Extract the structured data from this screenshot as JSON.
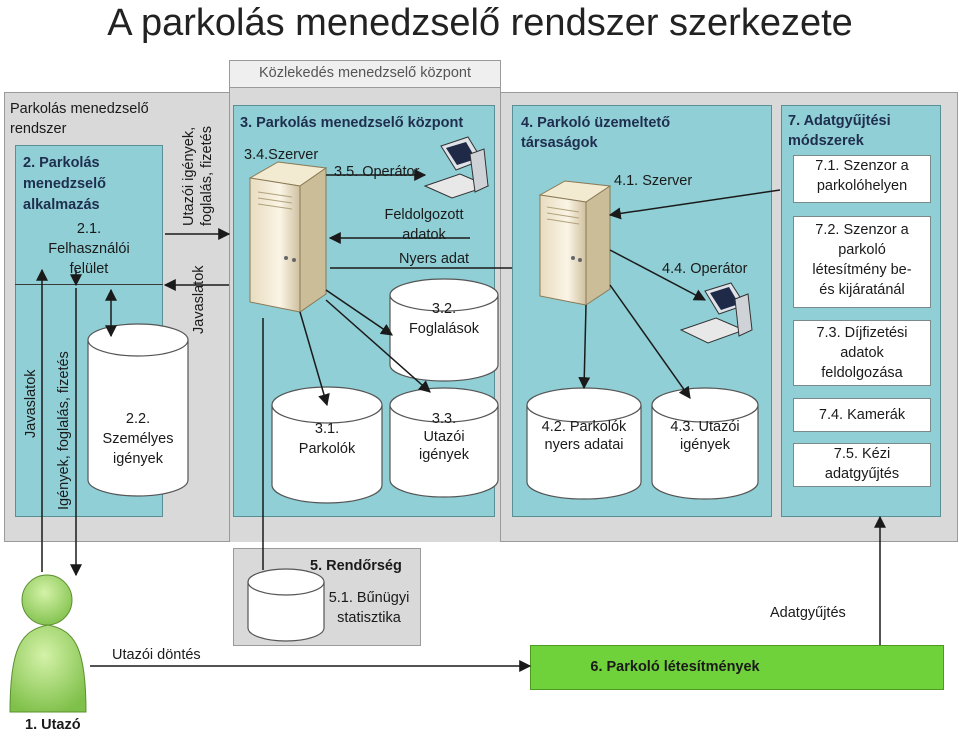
{
  "title": "A parkolás menedzselő rendszer szerkezete",
  "kmk": {
    "label": "Közlekedés menedzselő központ"
  },
  "pmr": {
    "label_line1": "Parkolás menedzselő",
    "label_line2": "rendszer",
    "app": {
      "title_line1": "2. Parkolás",
      "title_line2": "menedzselő",
      "title_line3": "alkalmazás",
      "ui_line1": "2.1.",
      "ui_line2": "Felhasználói",
      "ui_line3": "felület",
      "db_line1": "2.2.",
      "db_line2": "Személyes",
      "db_line3": "igények"
    },
    "side_outer": "Javaslatok",
    "side_inner": "Igények, foglalás, fizetés"
  },
  "between": {
    "top_line1": "Utazói igények,",
    "top_line2": "foglalás, fizetés",
    "bottom": "Javaslatok"
  },
  "center3": {
    "title": "3. Parkolás menedzselő központ",
    "server": "3.4.Szerver",
    "operator": "3.5. Operátor",
    "processed_line1": "Feldolgozott",
    "processed_line2": "adatok",
    "raw": "Nyers adat",
    "foglalasok_line1": "3.2.",
    "foglalasok_line2": "Foglalások",
    "parkolok_line1": "3.1.",
    "parkolok_line2": "Parkolók",
    "utazoi_line1": "3.3.",
    "utazoi_line2": "Utazói",
    "utazoi_line3": "igények"
  },
  "operators4": {
    "title_line1": "4. Parkoló üzemeltető",
    "title_line2": "társaságok",
    "server": "4.1. Szerver",
    "operator": "4.4. Operátor",
    "db1_line1": "4.2. Parkolók",
    "db1_line2": "nyers adatai",
    "db2_line1": "4.3. Utazói",
    "db2_line2": "igények"
  },
  "collection7": {
    "title_line1": "7. Adatgyűjtési",
    "title_line2": "módszerek",
    "items": [
      {
        "line1": "7.1. Szenzor a",
        "line2": "parkolóhelyen"
      },
      {
        "line1": "7.2. Szenzor a",
        "line2": "parkoló",
        "line3": "létesítmény be-",
        "line4": "és kijáratánál"
      },
      {
        "line1": "7.3. Díjfizetési",
        "line2": "adatok",
        "line3": "feldolgozása"
      },
      {
        "line1": "7.4. Kamerák"
      },
      {
        "line1": "7.5. Kézi",
        "line2": "adatgyűjtés"
      }
    ]
  },
  "police5": {
    "title": "5. Rendőrség",
    "db_line1": "5.1. Bűnügyi",
    "db_line2": "statisztika"
  },
  "facilities6": {
    "label": "6. Parkoló létesítmények"
  },
  "traveler": {
    "label": "1. Utazó",
    "decision": "Utazói döntés"
  },
  "datacollection": "Adatgyűjtés",
  "colors": {
    "teal": "#8fcfd5",
    "outer_gray": "#d9d9d9",
    "green": "#6fd23a",
    "line": "#1a1a1a"
  }
}
